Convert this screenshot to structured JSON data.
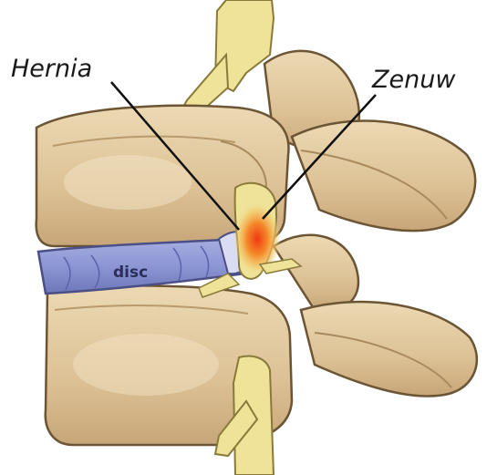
{
  "labels": {
    "hernia": "Hernia",
    "nerve": "Zenuw",
    "disc": "disc"
  },
  "colors": {
    "bone": "#e8d3a9",
    "bone_shadow": "#c9a979",
    "bone_outline": "#6b5535",
    "disc": "#8e98d6",
    "disc_dark": "#4b4f86",
    "nerve": "#efe39a",
    "inflammation": "#f05a1e"
  }
}
